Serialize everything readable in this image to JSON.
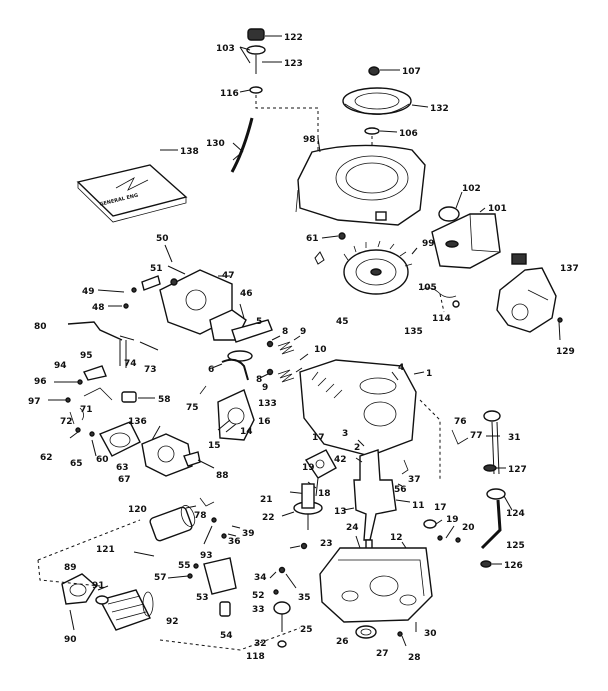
{
  "labels": {
    "l122": "122",
    "l103": "103",
    "l123": "123",
    "l107": "107",
    "l116": "116",
    "l132": "132",
    "l106": "106",
    "l130": "130",
    "l98": "98",
    "l138": "138",
    "l102": "102",
    "l101": "101",
    "l61": "61",
    "l99": "99",
    "l137": "137",
    "l50": "50",
    "l47": "47",
    "l51": "51",
    "l49": "49",
    "l48": "48",
    "l46": "46",
    "l105": "105",
    "l114": "114",
    "l80": "80",
    "l5": "5",
    "l45": "45",
    "l135": "135",
    "l129": "129",
    "l8a": "8",
    "l9a": "9",
    "l95": "95",
    "l74": "74",
    "l73": "73",
    "l94": "94",
    "l6": "6",
    "l10": "10",
    "l8b": "8",
    "l9b": "9",
    "l96": "96",
    "l58": "58",
    "l4": "4",
    "l1": "1",
    "l97": "97",
    "l75": "75",
    "l71": "71",
    "l72": "72",
    "l133": "133",
    "l136": "136",
    "l16": "16",
    "l15": "15",
    "l76": "76",
    "l77": "77",
    "l31": "31",
    "l62": "62",
    "l65": "65",
    "l60": "60",
    "l63": "63",
    "l14": "14",
    "l17a": "17",
    "l3": "3",
    "l2": "2",
    "l88": "88",
    "l67": "67",
    "l42": "42",
    "l37": "37",
    "l127": "127",
    "l19": "19",
    "l18": "18",
    "l56": "56",
    "l21": "21",
    "l124": "124",
    "l11": "11",
    "l13": "13",
    "l17b": "17",
    "l22": "22",
    "l120": "120",
    "l78": "78",
    "l19b": "19",
    "l36": "36",
    "l20": "20",
    "l39": "39",
    "l24": "24",
    "l23": "23",
    "l12": "12",
    "l125": "125",
    "l121": "121",
    "l93": "93",
    "l55": "55",
    "l89": "89",
    "l34": "34",
    "l126": "126",
    "l57": "57",
    "l91": "91",
    "l53": "53",
    "l52": "52",
    "l35": "35",
    "l33": "33",
    "l25": "25",
    "l92": "92",
    "l54": "54",
    "l26": "26",
    "l30": "30",
    "l90": "90",
    "l32": "32",
    "l27": "27",
    "l118": "118",
    "l28": "28"
  },
  "manual_cover_marks": "GENERAL ENG"
}
